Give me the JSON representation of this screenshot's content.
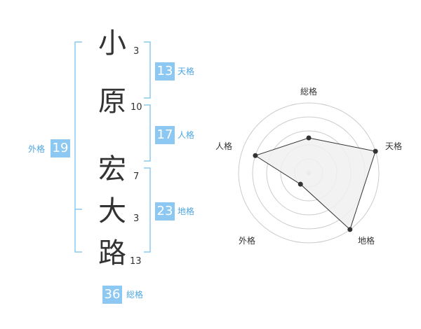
{
  "name": {
    "characters": [
      {
        "char": "小",
        "strokes": "3"
      },
      {
        "char": "原",
        "strokes": "10"
      },
      {
        "char": "宏",
        "strokes": "7"
      },
      {
        "char": "大",
        "strokes": "3"
      },
      {
        "char": "路",
        "strokes": "13"
      }
    ]
  },
  "fortunes": {
    "tenkaku": {
      "label": "天格",
      "value": "13"
    },
    "jinkaku": {
      "label": "人格",
      "value": "17"
    },
    "chikaku": {
      "label": "地格",
      "value": "23"
    },
    "gaikaku": {
      "label": "外格",
      "value": "19"
    },
    "soukaku": {
      "label": "総格",
      "value": "36"
    }
  },
  "colors": {
    "accent": "#8cc8f2",
    "accent_text": "#4fa7e0",
    "bracket": "#8cc8f2",
    "radar_fill": "#f0f0f0",
    "radar_line": "#333333",
    "ring": "#cccccc"
  },
  "chart_data": {
    "type": "radar",
    "axes": [
      "総格",
      "天格",
      "地格",
      "外格",
      "人格"
    ],
    "values": [
      0.5,
      1.0,
      1.0,
      0.2,
      0.8
    ],
    "rings": 5
  }
}
